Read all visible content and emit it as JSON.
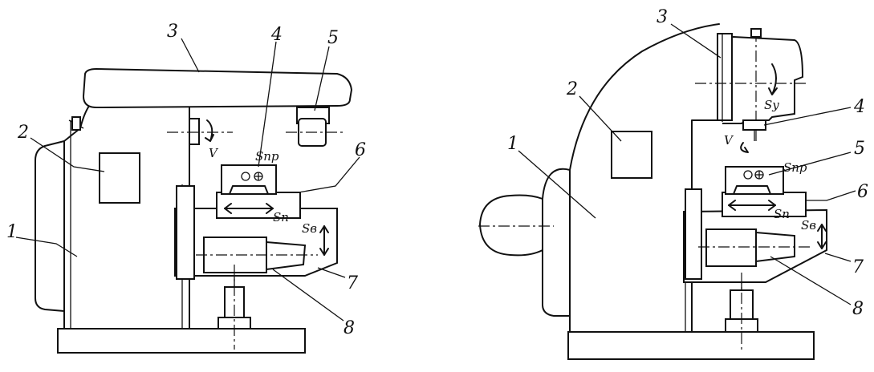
{
  "left_machine": {
    "part_numbers": [
      "1",
      "2",
      "3",
      "4",
      "5",
      "6",
      "7",
      "8"
    ],
    "labels": {
      "v": "V",
      "s_pr": "Sпр",
      "s_p": "Sп",
      "s_v": "Sв"
    }
  },
  "right_machine": {
    "part_numbers": [
      "1",
      "2",
      "3",
      "4",
      "5",
      "6",
      "7",
      "8"
    ],
    "labels": {
      "v": "V",
      "s_pr": "Sпр",
      "s_p": "Sп",
      "s_v": "Sв",
      "s_u": "Sy"
    }
  }
}
